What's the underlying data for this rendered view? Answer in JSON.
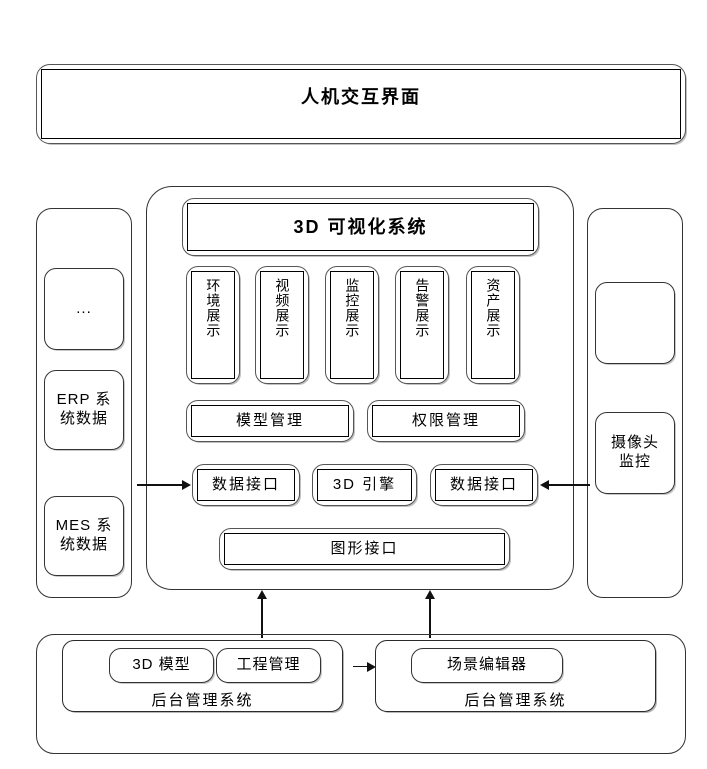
{
  "diagram": {
    "type": "system-architecture",
    "language": "zh-CN",
    "title_box": {
      "label": "人机交互界面"
    },
    "center_panel": {
      "header": {
        "label": "3D 可视化系统"
      },
      "display_modules": [
        {
          "label": "环境展示"
        },
        {
          "label": "视频展示"
        },
        {
          "label": "监控展示"
        },
        {
          "label": "告警展示"
        },
        {
          "label": "资产展示"
        }
      ],
      "management_row": [
        {
          "label": "模型管理"
        },
        {
          "label": "权限管理"
        }
      ],
      "interface_row": [
        {
          "label": "数据接口"
        },
        {
          "label": "3D 引擎"
        },
        {
          "label": "数据接口"
        }
      ],
      "graphics_interface": {
        "label": "图形接口"
      }
    },
    "left_column": {
      "items": [
        {
          "label": "..."
        },
        {
          "label": "ERP 系\n统数据",
          "line1": "ERP 系",
          "line2": "统数据"
        },
        {
          "label": "MES 系\n统数据",
          "line1": "MES 系",
          "line2": "统数据"
        }
      ]
    },
    "right_column": {
      "items": [
        {
          "label": ""
        },
        {
          "label": "摄像头\n监控",
          "line1": "摄像头",
          "line2": "监控"
        }
      ]
    },
    "bottom_section": {
      "groups": [
        {
          "boxes": [
            {
              "label": "3D 模型"
            },
            {
              "label": "工程管理"
            }
          ],
          "caption": "后台管理系统"
        },
        {
          "boxes": [
            {
              "label": "场景编辑器"
            }
          ],
          "caption": "后台管理系统"
        }
      ]
    },
    "connectors": [
      {
        "name": "left-data-to-interface",
        "direction": "right"
      },
      {
        "name": "right-camera-to-interface",
        "direction": "left"
      },
      {
        "name": "backend-left-to-center",
        "direction": "up"
      },
      {
        "name": "backend-right-to-center",
        "direction": "up"
      },
      {
        "name": "backend-left-to-backend-right",
        "direction": "right"
      }
    ],
    "colors": {
      "stroke": "#222222",
      "background": "#ffffff",
      "shadow": "#8a8a8a"
    }
  }
}
